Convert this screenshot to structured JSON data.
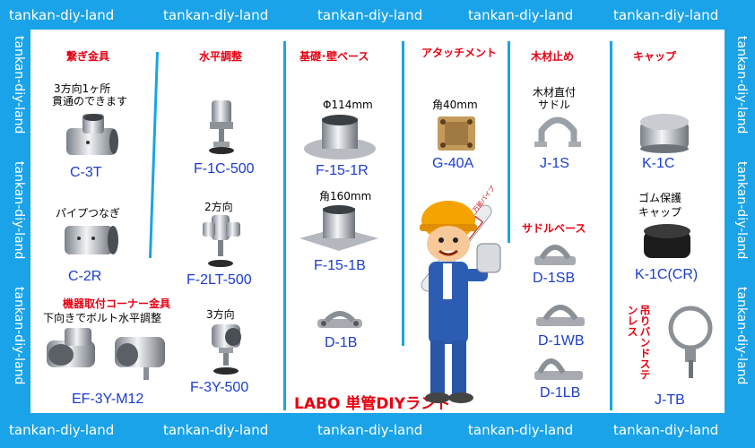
{
  "watermark": "tankan-diy-land",
  "brand": "LABO  単管DIYランド",
  "headers": {
    "joint": "繋ぎ金具",
    "leveling": "水平調整",
    "base": "基礎･壁ベース",
    "attachment": "アタッチメント",
    "wood": "木材止め",
    "cap": "キャップ",
    "equipment": "機器取付コーナー金具",
    "saddle_base": "サドルベース"
  },
  "notes": {
    "c3t_1": "3方向1ヶ所",
    "c3t_2": "貫通のできます",
    "c2r": "パイプつなぎ",
    "ef3y": "下向きでボルト水平調整",
    "f2lt": "2方向",
    "f3y": "3方向",
    "f151r": "Φ114mm",
    "f151b": "角160mm",
    "g40a": "角40mm",
    "j1s_1": "木材直付",
    "j1s_2": "サドル",
    "k1ccr_1": "ゴム保護",
    "k1ccr_2": "キャップ",
    "jtb": "吊りバンドステンレス",
    "mascot_banner": "万能パイプ"
  },
  "codes": {
    "c3t": "C-3T",
    "c2r": "C-2R",
    "ef3ym12": "EF-3Y-M12",
    "f1c500": "F-1C-500",
    "f2lt500": "F-2LT-500",
    "f3y500": "F-3Y-500",
    "f151r": "F-15-1R",
    "f151b": "F-15-1B",
    "d1b": "D-1B",
    "g40a": "G-40A",
    "j1s": "J-1S",
    "d1sb": "D-1SB",
    "d1wb": "D-1WB",
    "d1lb": "D-1LB",
    "k1c": "K-1C",
    "k1ccr": "K-1C(CR)",
    "jtb": "J-TB"
  },
  "colors": {
    "frame": "#1aa3e8",
    "header": "#e60012",
    "code": "#1a3ccf"
  }
}
